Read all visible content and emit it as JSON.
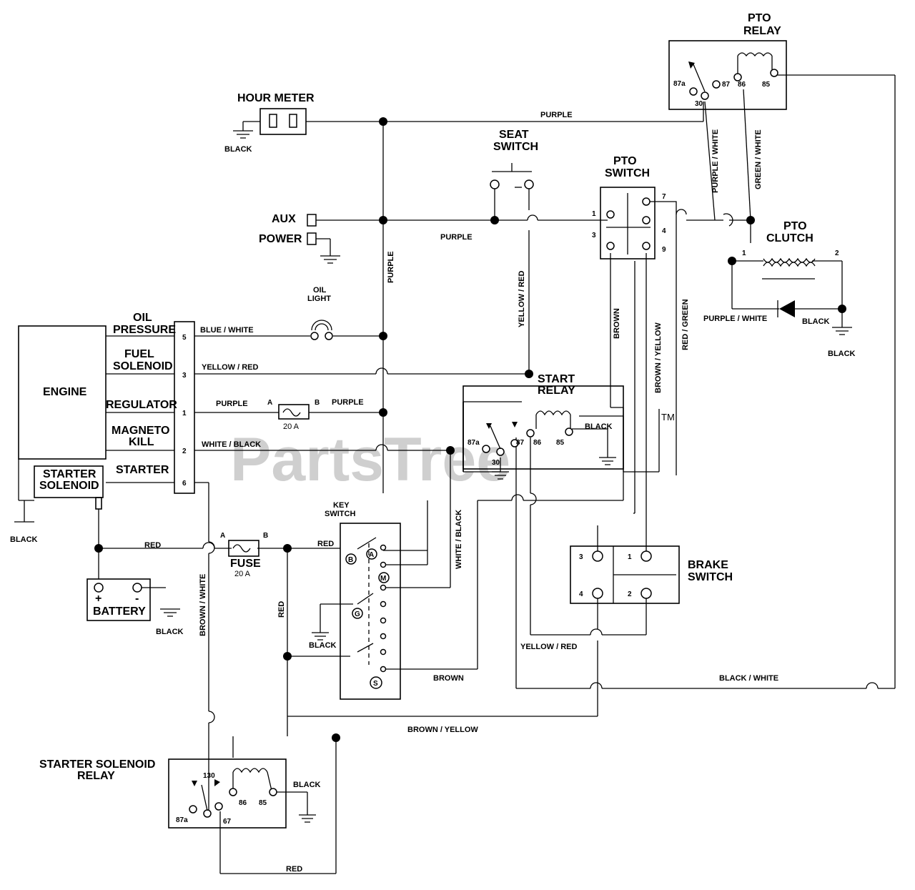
{
  "labels": {
    "pto_relay_1": "PTO",
    "pto_relay_2": "RELAY",
    "hour_meter": "HOUR METER",
    "seat_switch_1": "SEAT",
    "seat_switch_2": "SWITCH",
    "pto_switch_1": "PTO",
    "pto_switch_2": "SWITCH",
    "pto_clutch_1": "PTO",
    "pto_clutch_2": "CLUTCH",
    "aux": "AUX",
    "power": "POWER",
    "oil_light_1": "OIL",
    "oil_light_2": "LIGHT",
    "engine": "ENGINE",
    "oil_pressure_1": "OIL",
    "oil_pressure_2": "PRESSURE",
    "fuel_solenoid_1": "FUEL",
    "fuel_solenoid_2": "SOLENOID",
    "regulator": "REGULATOR",
    "magneto_kill_1": "MAGNETO",
    "magneto_kill_2": "KILL",
    "starter": "STARTER",
    "starter_solenoid_1": "STARTER",
    "starter_solenoid_2": "SOLENOID",
    "start_relay_1": "START",
    "start_relay_2": "RELAY",
    "key_switch_1": "KEY",
    "key_switch_2": "SWITCH",
    "brake_switch_1": "BRAKE",
    "brake_switch_2": "SWITCH",
    "battery": "BATTERY",
    "fuse": "FUSE",
    "fuse_20a": "20 A",
    "starter_solenoid_relay_1": "STARTER SOLENOID",
    "starter_solenoid_relay_2": "RELAY",
    "watermark": "PartsTree",
    "tm": "TM"
  },
  "wires": {
    "purple": "PURPLE",
    "purple_white": "PURPLE / WHITE",
    "green_white": "GREEN / WHITE",
    "black": "BLACK",
    "blue_white": "BLUE / WHITE",
    "yellow_red": "YELLOW / RED",
    "white_black": "WHITE / BLACK",
    "red": "RED",
    "brown": "BROWN",
    "brown_yellow": "BROWN / YELLOW",
    "red_green": "RED / GREEN",
    "brown_white": "BROWN / WHITE",
    "black_white": "BLACK / WHITE"
  },
  "pins": {
    "p87a": "87a",
    "p87": "87",
    "p86": "86",
    "p85": "85",
    "p30": "30",
    "p130": "130",
    "p67": "67",
    "n1": "1",
    "n2": "2",
    "n3": "3",
    "n4": "4",
    "n5": "5",
    "n6": "6",
    "n7": "7",
    "n9": "9",
    "A": "A",
    "B": "B",
    "kB": "B",
    "kA": "A",
    "kM": "M",
    "kG": "G",
    "kS": "S",
    "plus": "+",
    "minus": "-"
  }
}
